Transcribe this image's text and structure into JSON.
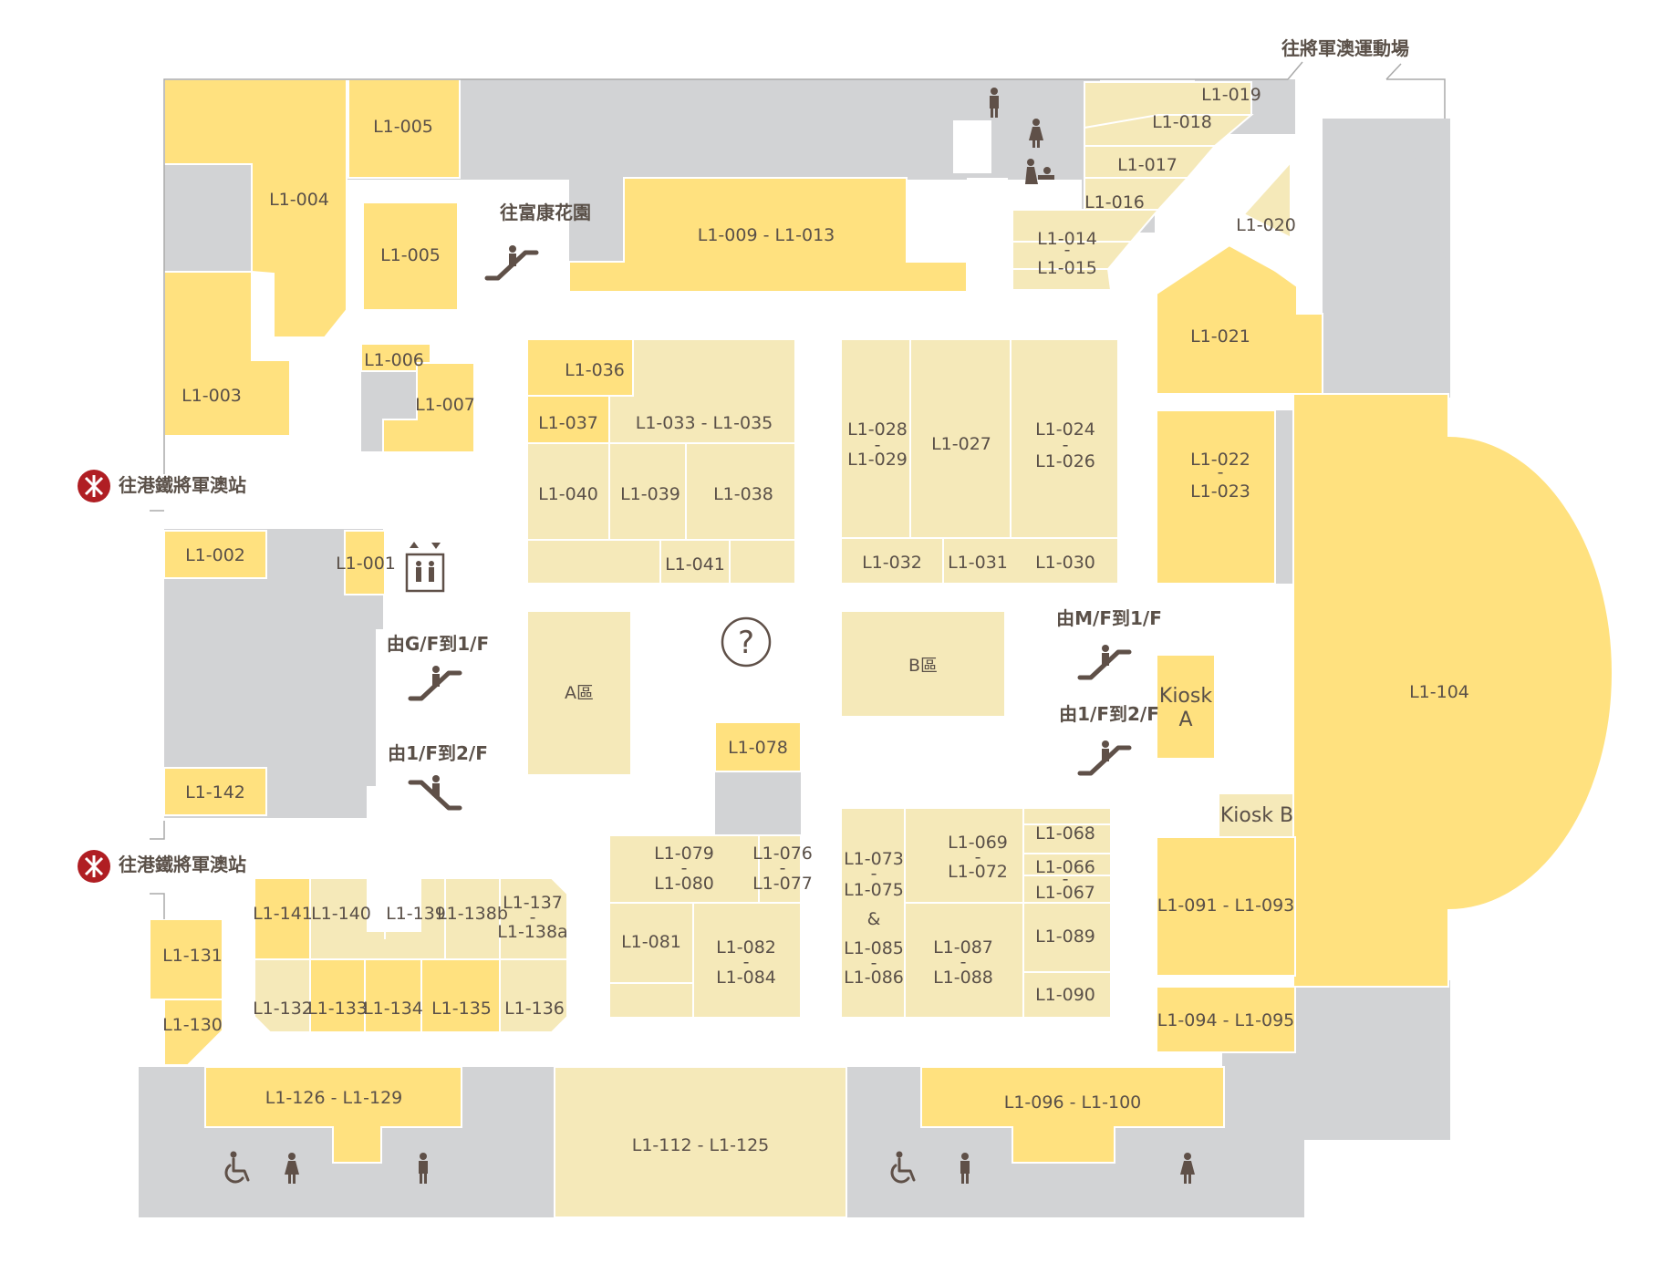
{
  "colors": {
    "gray": "#d2d3d5",
    "yellow": "#ffe17f",
    "cream": "#f5e9b9",
    "text": "#5a5048",
    "mtr": "#b01e23"
  },
  "directions": {
    "sports_ground": "往將軍澳運動場",
    "fu_hong": "往富康花園",
    "mtr_upper": "往港鐵將軍澳站",
    "mtr_lower": "往港鐵將軍澳站",
    "gf_to_1f": "由G/F到1/F",
    "f1_to_f2_left": "由1/F到2/F",
    "mf_to_1f": "由M/F到1/F",
    "f1_to_f2_right": "由1/F到2/F"
  },
  "icons": {
    "escalator": "escalator-icon",
    "lift": "lift-icon",
    "info": "info-icon",
    "toilet_male": "male-toilet-icon",
    "toilet_female": "female-toilet-icon",
    "accessible": "accessible-toilet-icon",
    "baby_care": "baby-care-icon",
    "mtr": "mtr-logo-icon"
  },
  "units": {
    "u004": "L1-004",
    "u005a": "L1-005",
    "u005b": "L1-005",
    "u003": "L1-003",
    "u006": "L1-006",
    "u007": "L1-007",
    "u009": "L1-009 - L1-013",
    "u014": "L1-014",
    "u015": "L1-015",
    "u016": "L1-016",
    "u017": "L1-017",
    "u018": "L1-018",
    "u019": "L1-019",
    "u020": "L1-020",
    "u021": "L1-021",
    "u022": "L1-022",
    "u023": "L1-023",
    "u036": "L1-036",
    "u037": "L1-037",
    "u033": "L1-033 - L1-035",
    "u040": "L1-040",
    "u039": "L1-039",
    "u038": "L1-038",
    "u041": "L1-041",
    "u028": "L1-028",
    "u029": "L1-029",
    "u027": "L1-027",
    "u024": "L1-024",
    "u026": "L1-026",
    "u032": "L1-032",
    "u031": "L1-031",
    "u030": "L1-030",
    "u002": "L1-002",
    "u001": "L1-001",
    "u142": "L1-142",
    "zoneA": "A區",
    "zoneB": "B區",
    "u078": "L1-078",
    "kioskA1": "Kiosk",
    "kioskA2": "A",
    "kioskB": "Kiosk B",
    "u104": "L1-104",
    "u079": "L1-079",
    "u080": "L1-080",
    "u076": "L1-076",
    "u077": "L1-077",
    "u073": "L1-073",
    "u075": "L1-075",
    "amp": "&",
    "u085": "L1-085",
    "u086": "L1-086",
    "u069": "L1-069",
    "u072": "L1-072",
    "u068": "L1-068",
    "u066": "L1-066",
    "u067": "L1-067",
    "u081": "L1-081",
    "u082": "L1-082",
    "u084": "L1-084",
    "u087": "L1-087",
    "u088": "L1-088",
    "u089": "L1-089",
    "u090": "L1-090",
    "u091": "L1-091 - L1-093",
    "u094": "L1-094 - L1-095",
    "u141": "L1-141",
    "u140": "L1-140",
    "u139": "L1-139",
    "u138b": "L1-138b",
    "u137": "L1-137",
    "u138a": "L1-138a",
    "u131": "L1-131",
    "u130": "L1-130",
    "u132": "L1-132",
    "u133": "L1-133",
    "u134": "L1-134",
    "u135": "L1-135",
    "u136": "L1-136",
    "u126": "L1-126 - L1-129",
    "u112": "L1-112 - L1-125",
    "u096": "L1-096 - L1-100",
    "dash": "-"
  }
}
